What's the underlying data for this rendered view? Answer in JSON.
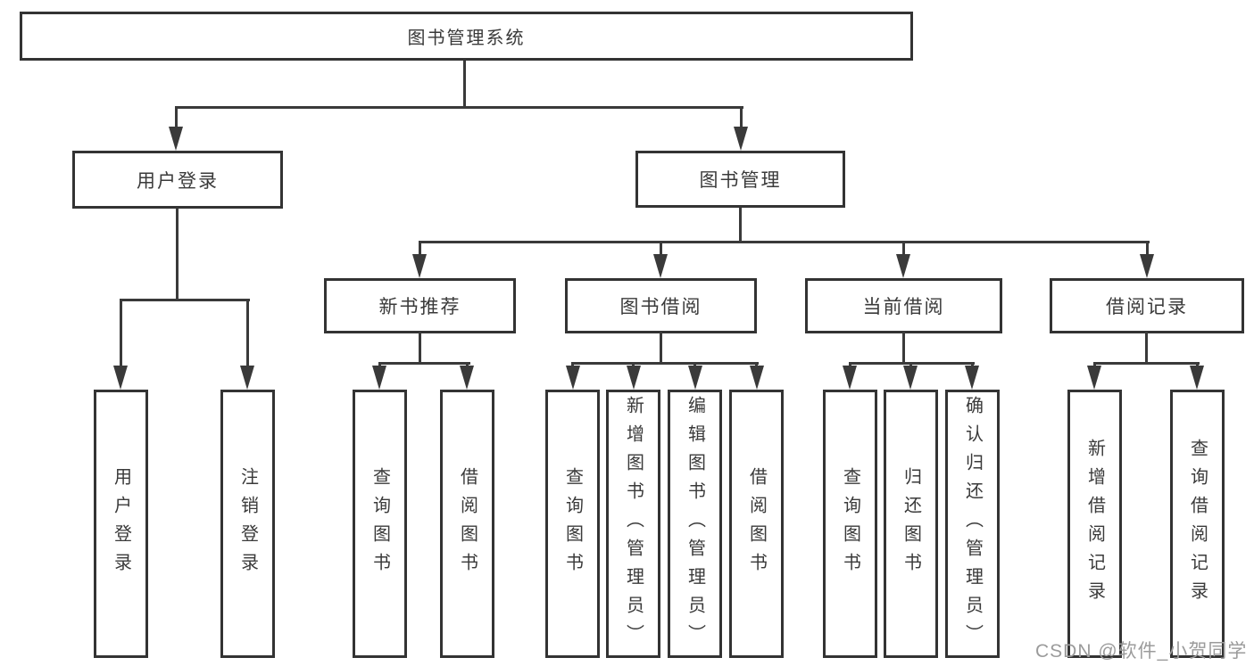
{
  "diagram": {
    "type": "hierarchy-tree",
    "title": "图书管理系统",
    "colors": {
      "background": "#ffffff",
      "box_fill": "#ffffff",
      "box_border": "#333333",
      "connector_line": "#3a3a3a",
      "text": "#3a3a3a",
      "watermark_text": "#9b9b9b"
    }
  },
  "tree": {
    "label": "图书管理系统",
    "children": [
      {
        "label": "用户登录",
        "children": [
          {
            "label": "用户登录"
          },
          {
            "label": "注销登录"
          }
        ]
      },
      {
        "label": "图书管理",
        "children": [
          {
            "label": "新书推荐",
            "children": [
              {
                "label": "查询图书"
              },
              {
                "label": "借阅图书"
              }
            ]
          },
          {
            "label": "图书借阅",
            "children": [
              {
                "label": "查询图书"
              },
              {
                "label": "新增图书（管理员）"
              },
              {
                "label": "编辑图书（管理员）"
              },
              {
                "label": "借阅图书"
              }
            ]
          },
          {
            "label": "当前借阅",
            "children": [
              {
                "label": "查询图书"
              },
              {
                "label": "归还图书"
              },
              {
                "label": "确认归还（管理员）"
              }
            ]
          },
          {
            "label": "借阅记录",
            "children": [
              {
                "label": "新增借阅记录"
              },
              {
                "label": "查询借阅记录"
              }
            ]
          }
        ]
      }
    ]
  },
  "watermark": {
    "text": "CSDN @软件_小贺同学"
  }
}
